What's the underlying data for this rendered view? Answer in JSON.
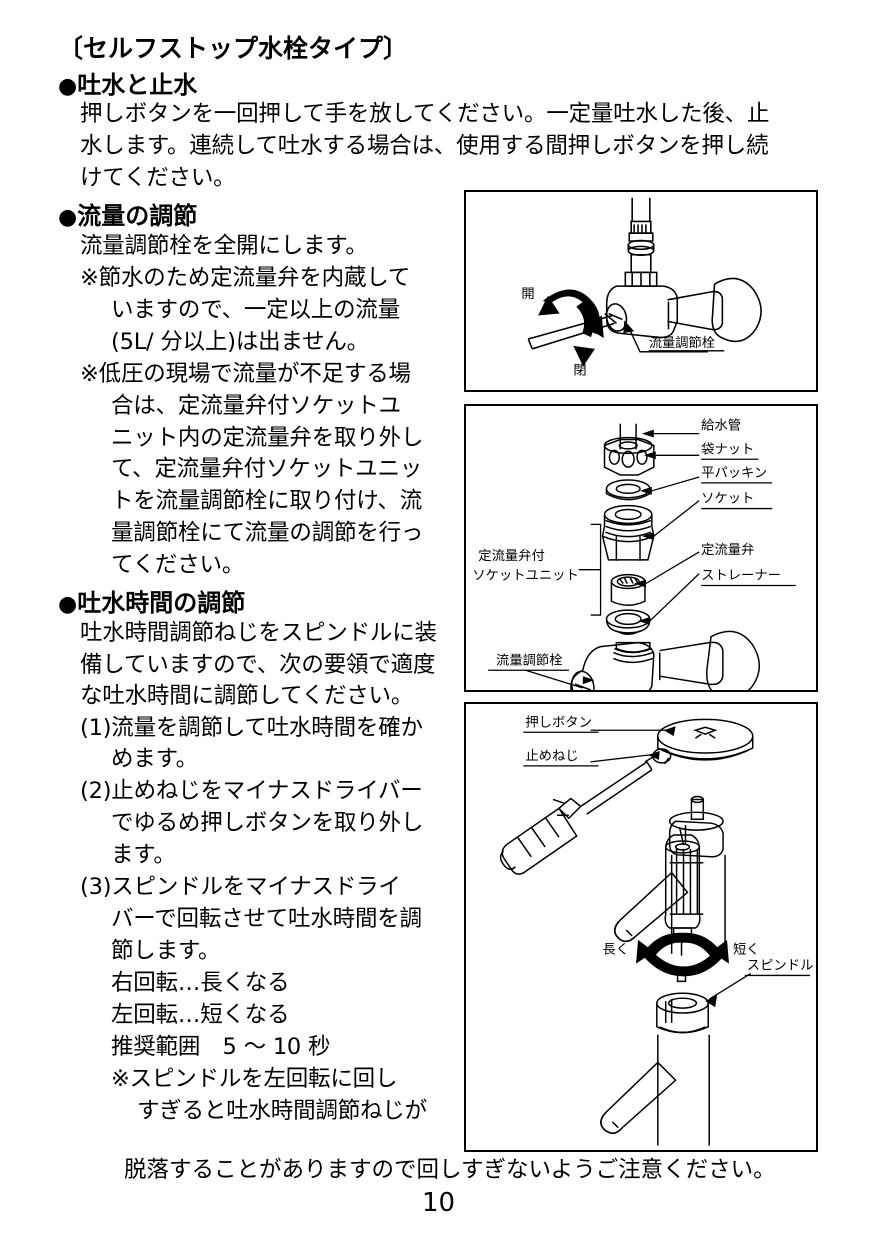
{
  "document": {
    "title": "〔セルフストップ水栓タイプ〕",
    "page_number": "10"
  },
  "sections": [
    {
      "id": "discharge-stop",
      "heading": "吐水と止水",
      "bullet": "●",
      "paragraphs": [
        "押しボタンを一回押して手を放してください。一定量吐水した後、止",
        "水します。連続して吐水する場合は、使用する間押しボタンを押し続",
        "けてください。"
      ]
    },
    {
      "id": "flow-adjustment",
      "heading": "流量の調節",
      "bullet": "●",
      "paragraphs": [
        "流量調節栓を全開にします。"
      ],
      "notes": [
        {
          "marker": "※",
          "lines": [
            "節水のため定流量弁を内蔵して",
            "いますので、一定以上の流量",
            "(5L/ 分以上)は出ません。"
          ]
        },
        {
          "marker": "※",
          "lines": [
            "低圧の現場で流量が不足する場",
            "合は、定流量弁付ソケットユ",
            "ニット内の定流量弁を取り外し",
            "て、定流量弁付ソケットユニッ",
            "トを流量調節栓に取り付け、流",
            "量調節栓にて流量の調節を行っ",
            "てください。"
          ]
        }
      ]
    },
    {
      "id": "discharge-time-adjustment",
      "heading": "吐水時間の調節",
      "bullet": "●",
      "paragraphs": [
        "吐水時間調節ねじをスピンドルに装",
        "備していますので、次の要領で適度",
        "な吐水時間に調節してください。"
      ],
      "steps": [
        {
          "number": "(1)",
          "lines": [
            "流量を調節して吐水時間を確か",
            "めます。"
          ]
        },
        {
          "number": "(2)",
          "lines": [
            "止めねじをマイナスドライバー",
            "でゆるめ押しボタンを取り外し",
            "ます。"
          ]
        },
        {
          "number": "(3)",
          "lines": [
            "スピンドルをマイナスドライ",
            "バーで回転させて吐水時間を調",
            "節します。"
          ]
        }
      ],
      "rotation_guide": [
        "右回転…長くなる",
        "左回転…短くなる",
        "推奨範囲　5 〜 10 秒"
      ],
      "caution": {
        "marker": "※",
        "lines": [
          "スピンドルを左回転に回し",
          "すぎると吐水時間調節ねじが"
        ],
        "final_line": "脱落することがありますので回しすぎないようご注意ください。"
      }
    }
  ],
  "figures": [
    {
      "id": "figure-valve-rotation",
      "labels": {
        "open": "開",
        "close": "閉",
        "flow_control_valve": "流量調節栓"
      }
    },
    {
      "id": "figure-exploded-socket-unit",
      "labels": {
        "supply_pipe": "給水管",
        "cap_nut": "袋ナット",
        "flat_packing": "平パッキン",
        "socket": "ソケット",
        "constant_flow_valve": "定流量弁",
        "strainer": "ストレーナー",
        "socket_unit_line1": "定流量弁付",
        "socket_unit_line2": "ソケットユニット",
        "flow_control_valve": "流量調節栓"
      }
    },
    {
      "id": "figure-pushbutton-spindle",
      "labels": {
        "push_button": "押しボタン",
        "set_screw": "止めねじ",
        "longer": "長く",
        "shorter": "短く",
        "spindle": "スピンドル"
      }
    }
  ]
}
